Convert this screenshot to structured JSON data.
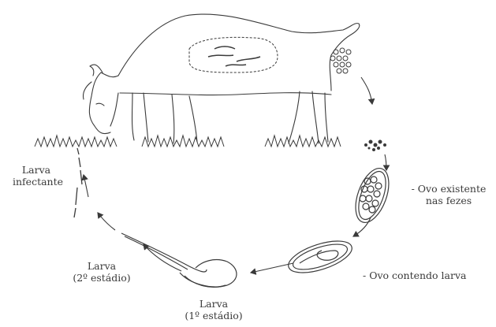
{
  "labels": {
    "larva_infectante_line1": "Larva",
    "larva_infectante_line2": "infectante",
    "ovo_fezes_line1": "- Ovo existente",
    "ovo_fezes_line2": "nas fezes",
    "ovo_larva": "- Ovo contendo larva",
    "larva2_line1": "Larva",
    "larva2_line2": "(2º estádio)",
    "larva1_line1": "Larva",
    "larva1_line2": "(1º estádio)"
  },
  "colors": {
    "ink": "#3a3a3a",
    "paper": "#ffffff"
  },
  "icons": [
    "goat-figure",
    "grass-tufts",
    "worms-in-intestine",
    "egg-cluster",
    "egg-in-feces",
    "egg-with-larva",
    "larva-first-stage",
    "larva-second-stage",
    "infective-larva",
    "cycle-arrows"
  ]
}
